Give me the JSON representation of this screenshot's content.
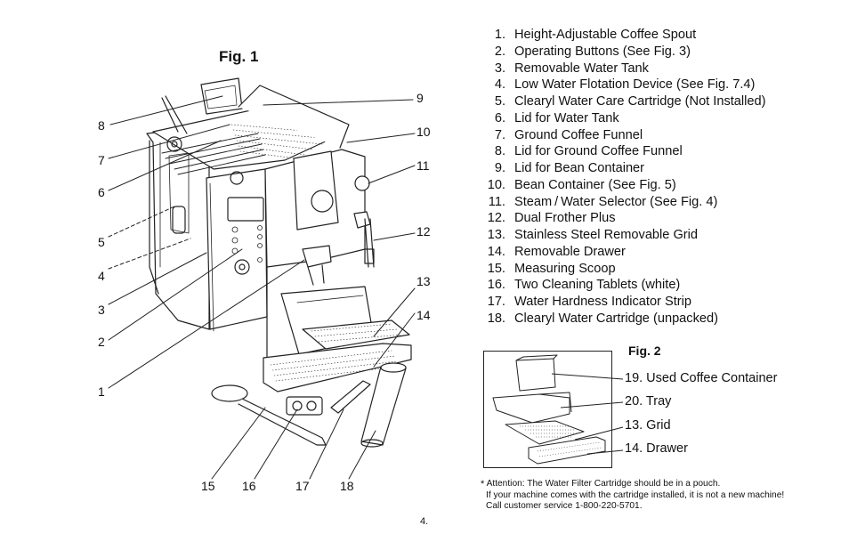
{
  "figure1": {
    "title": "Fig. 1",
    "callouts": [
      "1",
      "2",
      "3",
      "4",
      "5",
      "6",
      "7",
      "8",
      "9",
      "10",
      "11",
      "12",
      "13",
      "14",
      "15",
      "16",
      "17",
      "18"
    ]
  },
  "parts_list": [
    {
      "num": "1.",
      "text": "Height-Adjustable Coffee Spout"
    },
    {
      "num": "2.",
      "text": "Operating Buttons (See Fig. 3)"
    },
    {
      "num": "3.",
      "text": "Removable Water Tank"
    },
    {
      "num": "4.",
      "text": "Low Water Flotation Device (See Fig. 7.4)"
    },
    {
      "num": "5.",
      "text": "Clearyl Water Care Cartridge (Not Installed)"
    },
    {
      "num": "6.",
      "text": "Lid for Water Tank"
    },
    {
      "num": "7.",
      "text": "Ground Coffee Funnel"
    },
    {
      "num": "8.",
      "text": "Lid for Ground Coffee Funnel"
    },
    {
      "num": "9.",
      "text": "Lid for Bean Container"
    },
    {
      "num": "10.",
      "text": "Bean Container (See Fig. 5)"
    },
    {
      "num": "11.",
      "text": "Steam / Water Selector (See Fig. 4)"
    },
    {
      "num": "12.",
      "text": "Dual Frother Plus"
    },
    {
      "num": "13.",
      "text": "Stainless Steel Removable Grid"
    },
    {
      "num": "14.",
      "text": "Removable Drawer"
    },
    {
      "num": "15.",
      "text": "Measuring Scoop"
    },
    {
      "num": "16.",
      "text": "Two Cleaning Tablets (white)"
    },
    {
      "num": "17.",
      "text": "Water Hardness Indicator Strip"
    },
    {
      "num": "18.",
      "text": "Clearyl Water Cartridge (unpacked)"
    }
  ],
  "figure2": {
    "title": "Fig. 2",
    "labels": [
      "19. Used Coffee Container",
      "20. Tray",
      "13. Grid",
      "14. Drawer"
    ]
  },
  "attention": {
    "star": "*",
    "lines": [
      "Attention: The Water Filter Cartridge should be in a pouch.",
      "If your machine comes with the cartridge installed, it is not a new machine!",
      "Call customer service 1-800-220-5701."
    ]
  },
  "page_number": "4."
}
